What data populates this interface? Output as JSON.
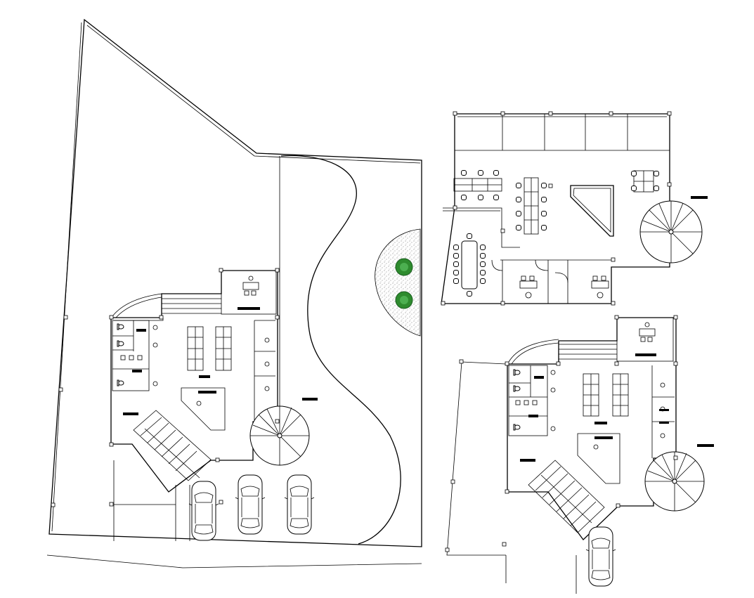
{
  "drawing": {
    "type": "cad-floor-plan",
    "colors": {
      "line": "#000000",
      "background": "#ffffff",
      "tree": "#2e8b2e",
      "gravel": "#555555"
    },
    "views": [
      {
        "id": "site-plan",
        "label": ""
      },
      {
        "id": "upper-floor-plan",
        "label": ""
      },
      {
        "id": "ground-floor-plan",
        "label": ""
      }
    ],
    "vehicles": {
      "count": 4
    },
    "trees": {
      "count": 2
    }
  }
}
